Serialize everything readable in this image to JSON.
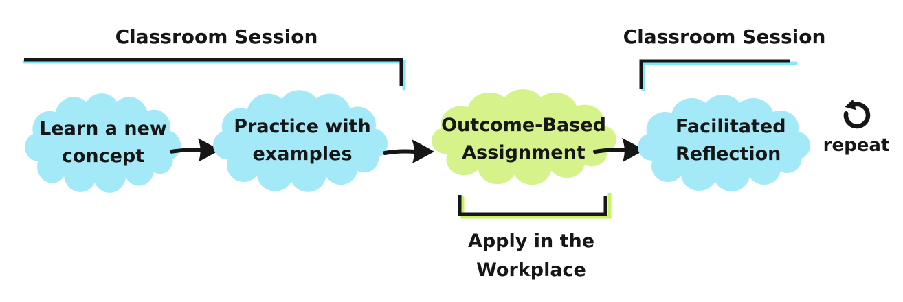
{
  "colors": {
    "background": "#ffffff",
    "cloud_cyan": "#a4e9f8",
    "cloud_green": "#d6f38b",
    "accent_cyan": "#84e7fa",
    "accent_green": "#c8f166",
    "ink": "#161616"
  },
  "top_left_bracket": {
    "label": "Classroom Session"
  },
  "top_right_bracket": {
    "label": "Classroom Session"
  },
  "bottom_bracket": {
    "label_line1": "Apply in the",
    "label_line2": "Workplace"
  },
  "nodes": [
    {
      "id": "learn",
      "line1": "Learn a new",
      "line2": "concept",
      "fill": "cyan"
    },
    {
      "id": "practice",
      "line1": "Practice with",
      "line2": "examples",
      "fill": "cyan"
    },
    {
      "id": "assignment",
      "line1": "Outcome-Based",
      "line2": "Assignment",
      "fill": "green"
    },
    {
      "id": "reflection",
      "line1": "Facilitated",
      "line2": "Reflection",
      "fill": "cyan"
    }
  ],
  "repeat": {
    "label": "repeat",
    "icon": "counterclockwise-circular-arrow"
  }
}
